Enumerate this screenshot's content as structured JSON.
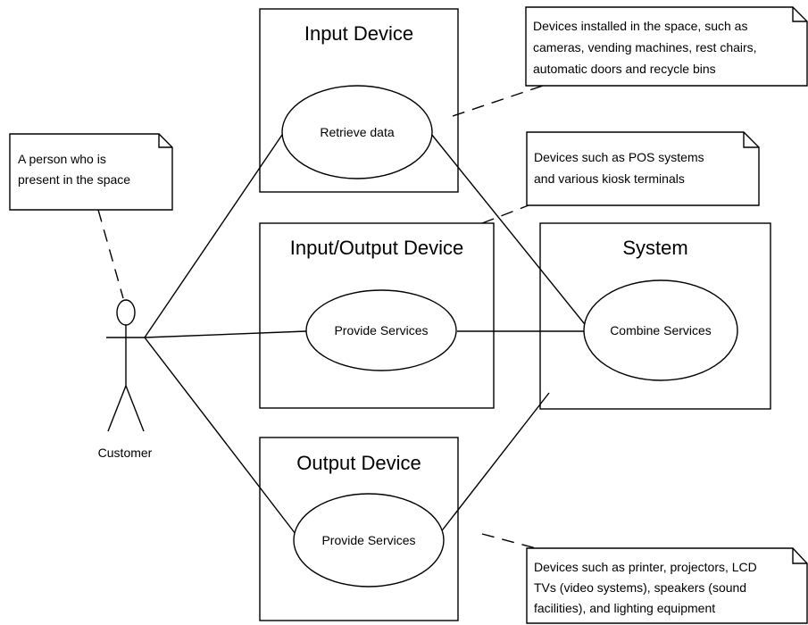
{
  "boxes": {
    "input": "Input Device",
    "io": "Input/Output Device",
    "system": "System",
    "output": "Output Device"
  },
  "use_cases": {
    "retrieve": "Retrieve data",
    "provide_io": "Provide Services",
    "combine": "Combine Services",
    "provide_out": "Provide Services"
  },
  "actor": {
    "label": "Customer"
  },
  "notes": {
    "person": [
      "A person who is",
      "present in the space"
    ],
    "input": [
      "Devices installed in the space, such as",
      "cameras, vending machines, rest chairs,",
      "automatic doors and recycle bins"
    ],
    "io": [
      "Devices such as POS systems",
      "and various kiosk terminals"
    ],
    "output": [
      "Devices such as printer, projectors, LCD",
      "TVs (video systems), speakers (sound",
      "facilities), and lighting equipment"
    ]
  }
}
